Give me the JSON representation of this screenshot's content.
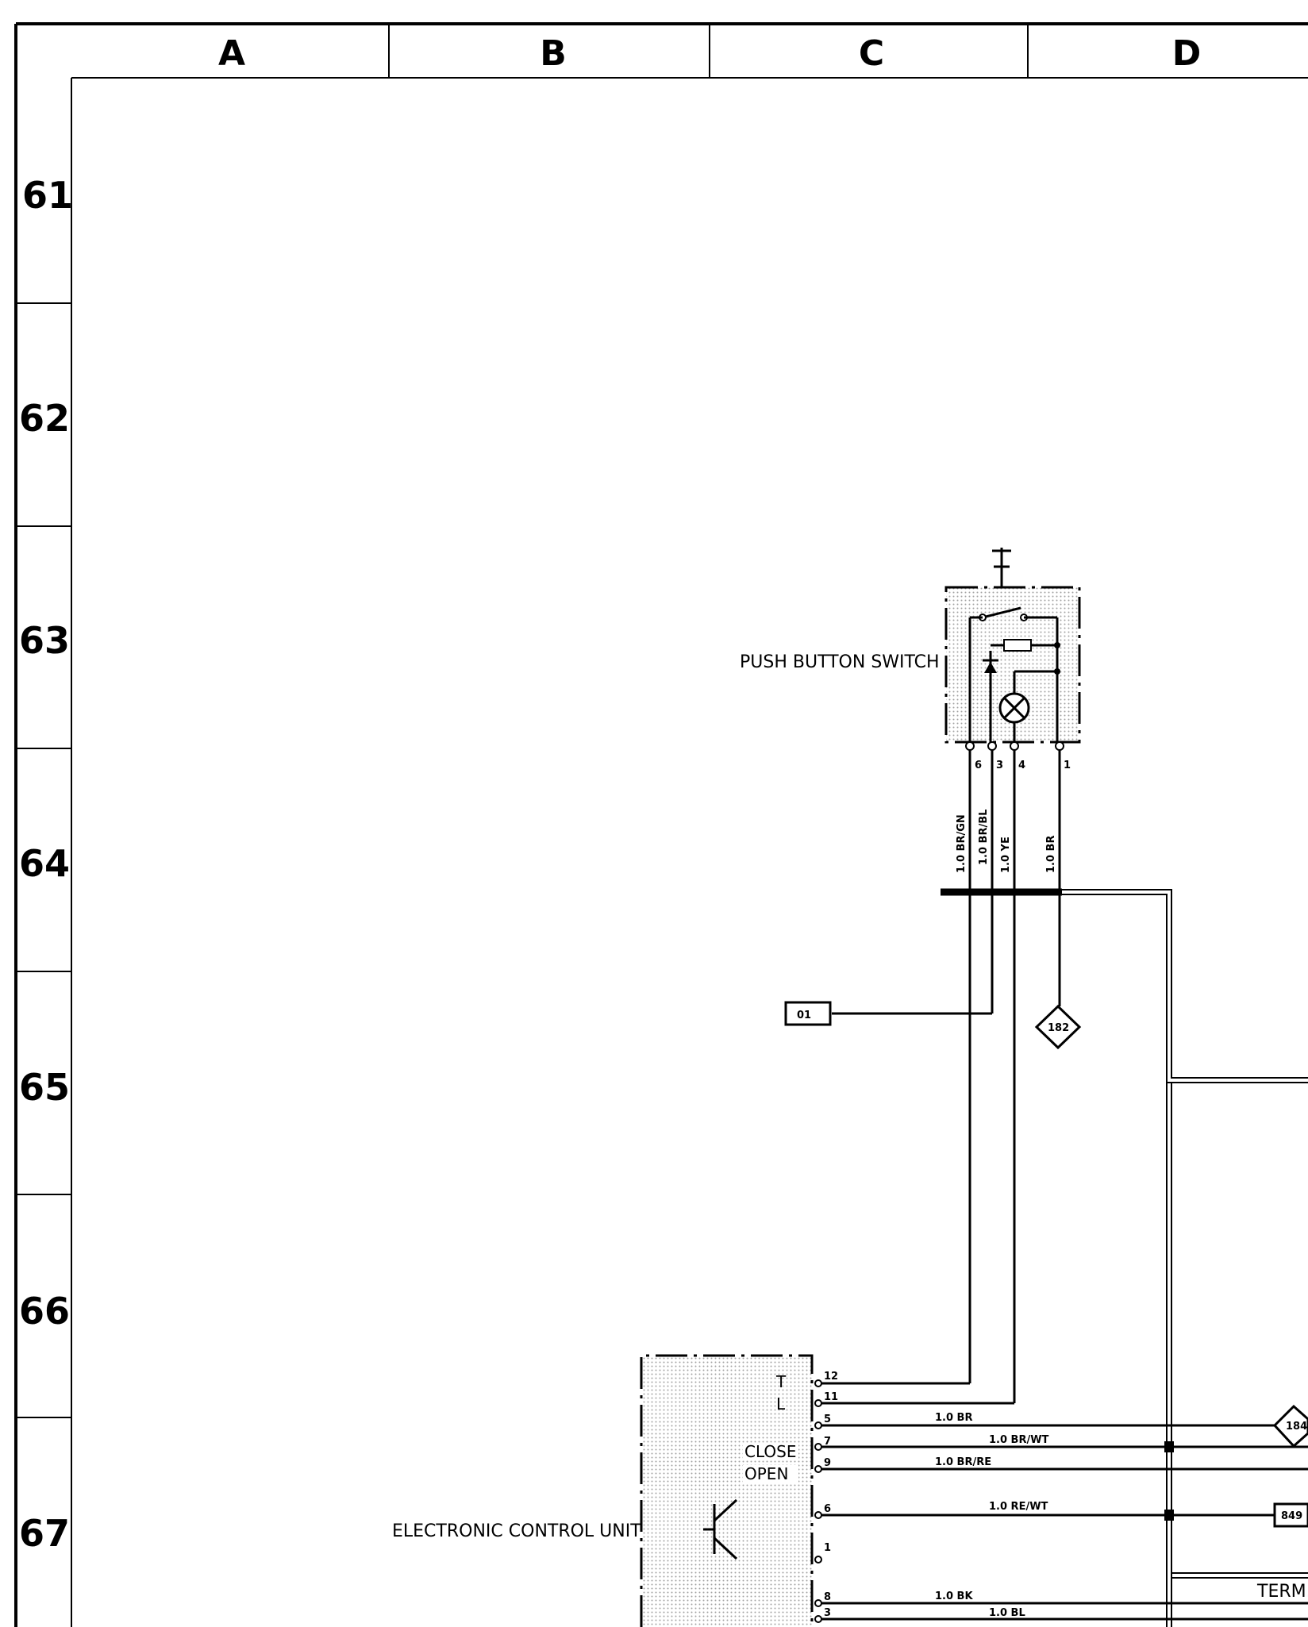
{
  "grid": {
    "columns": [
      "A",
      "B",
      "C",
      "D"
    ],
    "rows": [
      "61",
      "62",
      "63",
      "64",
      "65",
      "66",
      "67"
    ]
  },
  "components": {
    "push_button_switch": {
      "label": "PUSH BUTTON SWITCH",
      "pins": [
        "6",
        "3",
        "4",
        "1"
      ]
    },
    "electronic_control_unit": {
      "label": "ELECTRONIC CONTROL UNIT",
      "pins": [
        "12",
        "11",
        "5",
        "7",
        "9",
        "6",
        "1",
        "8",
        "3"
      ],
      "internal_labels": [
        "T",
        "L",
        "CLOSE",
        "OPEN"
      ]
    }
  },
  "wires": {
    "switch_pin6": "1.0 BR/GN",
    "switch_pin3": "1.0 BR/BL",
    "switch_pin4": "1.0 YE",
    "switch_pin1": "1.0 BR",
    "ecu_pin5": "1.0 BR",
    "ecu_pin7": "1.0 BR/WT",
    "ecu_pin9": "1.0 BR/RE",
    "ecu_pin6": "1.0 RE/WT",
    "ecu_pin8": "1.0 BK",
    "ecu_pin3": "1.0 BL"
  },
  "references": {
    "ref_box_left": "01",
    "ref_diamond_switch": "182",
    "ref_diamond_ecu": "184",
    "ref_box_ecu": "849"
  },
  "terminal": {
    "label": "TERM."
  }
}
